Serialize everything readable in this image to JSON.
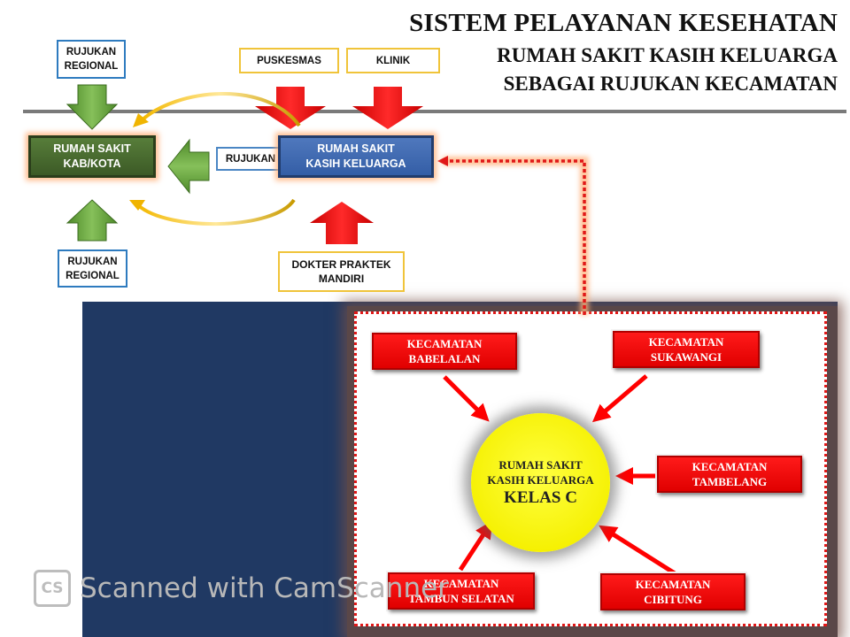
{
  "header": {
    "line1": "SISTEM PELAYANAN KESEHATAN",
    "line2": "RUMAH SAKIT KASIH KELUARGA",
    "line3": "SEBAGAI RUJUKAN KECAMATAN"
  },
  "top_flow": {
    "rujukan_regional_top": "RUJUKAN\nREGIONAL",
    "rujukan_regional_bottom": "RUJUKAN\nREGIONAL",
    "puskesmas": "PUSKESMAS",
    "klinik": "KLINIK",
    "dokter_praktek": "DOKTER PRAKTEK\nMANDIRI",
    "rs_kab_kota": "RUMAH SAKIT\nKAB/KOTA",
    "rs_kasih_keluarga": "RUMAH SAKIT\nKASIH KELUARGA",
    "rujukan": "RUJUKAN"
  },
  "catchment": {
    "center": {
      "line1": "RUMAH SAKIT",
      "line2": "KASIH KELUARGA",
      "class": "KELAS C"
    },
    "kecamatan": [
      {
        "name": "KECAMATAN\nBABELALAN"
      },
      {
        "name": "KECAMATAN\nSUKAWANGI"
      },
      {
        "name": "KECAMATAN\nTAMBELANG"
      },
      {
        "name": "KECAMATAN\nTAMBUN SELATAN"
      },
      {
        "name": "KECAMATAN\nCIBITUNG"
      }
    ]
  },
  "colors": {
    "referral_arrow": "#ff0000",
    "regional_arrow": "#6aaa3e",
    "curve": "#f0b400",
    "dotted_link": "#e01818",
    "panel_bg": "#203963"
  },
  "watermark": {
    "logo": "CS",
    "text": "Scanned with CamScanner"
  }
}
